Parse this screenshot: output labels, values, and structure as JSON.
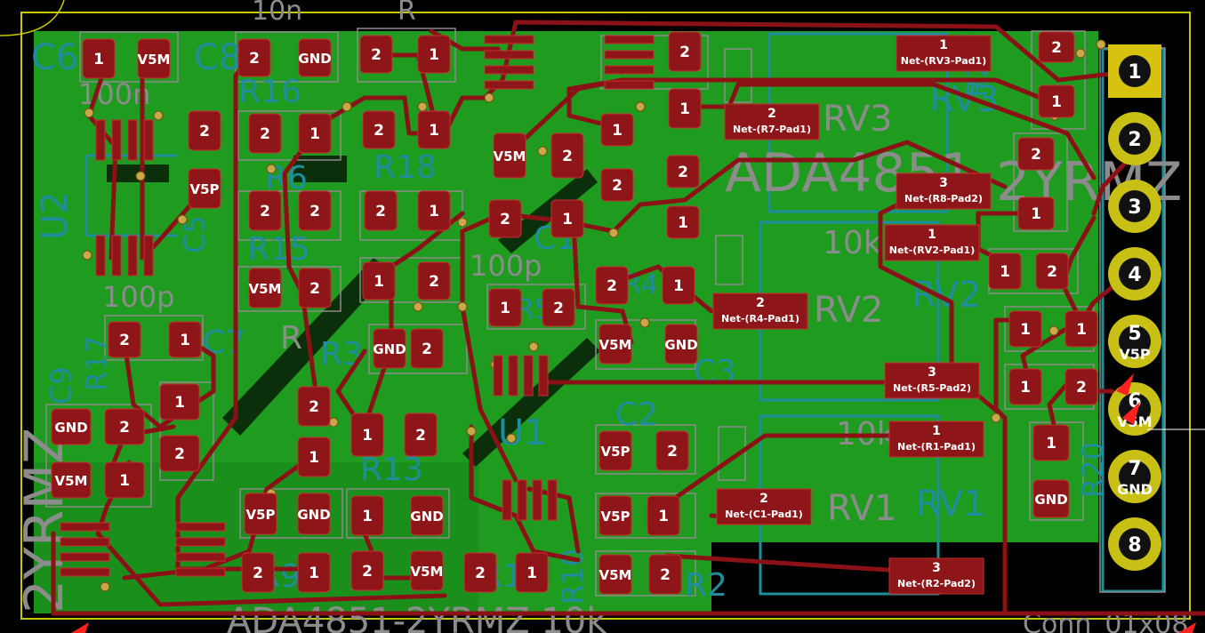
{
  "colors": {
    "background": "#000000",
    "copper_fill": "#1f9b1f",
    "copper_dark": "#147a14",
    "pad": "#8e1518",
    "pad_edge": "#c83030",
    "trace": "#8a1216",
    "silkscreen": "#8c8c8c",
    "fab": "#1e8e9a",
    "pin1": "#d6c20f",
    "pin": "#c9c015",
    "edge": "#c8c800"
  },
  "silk_text": {
    "c6": "C6",
    "c8": "C8",
    "ten_n": "10n",
    "r_top": "R",
    "hundred_n": "100n",
    "r16": "R16",
    "r6": "R6",
    "r15": "R15",
    "r18": "R18",
    "r3": "R3",
    "r5": "R5",
    "r4": "R4",
    "r13": "R13",
    "r17": "R17",
    "r9": "R9",
    "r10": "R10",
    "r2": "R2",
    "r11": "R11",
    "r20": "R20",
    "r22": "R22",
    "c5": "C5",
    "c7": "C7",
    "c9": "C9",
    "c3": "C3",
    "c2": "C2",
    "c1": "C1",
    "u2": "U2",
    "u1": "U1",
    "hundred_p_left": "100p",
    "hundred_p_mid": "100p",
    "ten_k_mid": "10k",
    "ten_k_low": "10k",
    "ada4851": "ADA4851",
    "ada4851_bottom": "ADA4851-2YRMZ 10k",
    "yrmz_right": "2YRMZ",
    "rv1": "RV1",
    "rv2": "RV2",
    "rv3": "RV3",
    "rv1_fab": "RV1",
    "rv2_fab": "RV2",
    "rv3_fab": "RV3",
    "r_label": "R",
    "bottom_right": "Conn_01x08",
    "left_big": "2YRMZ"
  },
  "net_labels": {
    "rv3_pad1": "Net-(RV3-Pad1)",
    "r7_pad2": "Net-(R7-Pad1)",
    "r8_pad2": "Net-(R8-Pad2)",
    "rv2_pad1": "Net-(RV2-Pad1)",
    "r4_pad1": "Net-(R4-Pad1)",
    "r5_pad2": "Net-(R5-Pad2)",
    "r1_pad1": "Net-(R1-Pad1)",
    "c1_pad1": "Net-(C1-Pad1)",
    "r2_pad2": "Net-(R2-Pad2)"
  },
  "pad_text": {
    "one": "1",
    "two": "2",
    "three": "3",
    "gnd": "GND",
    "v5p": "V5P",
    "v5m": "V5M"
  },
  "connector": {
    "pins": [
      "1",
      "2",
      "3",
      "4",
      "5",
      "6",
      "7",
      "8"
    ],
    "pin5_label": "V5P",
    "pin6_label": "V5M",
    "pin7_label": "GND"
  }
}
